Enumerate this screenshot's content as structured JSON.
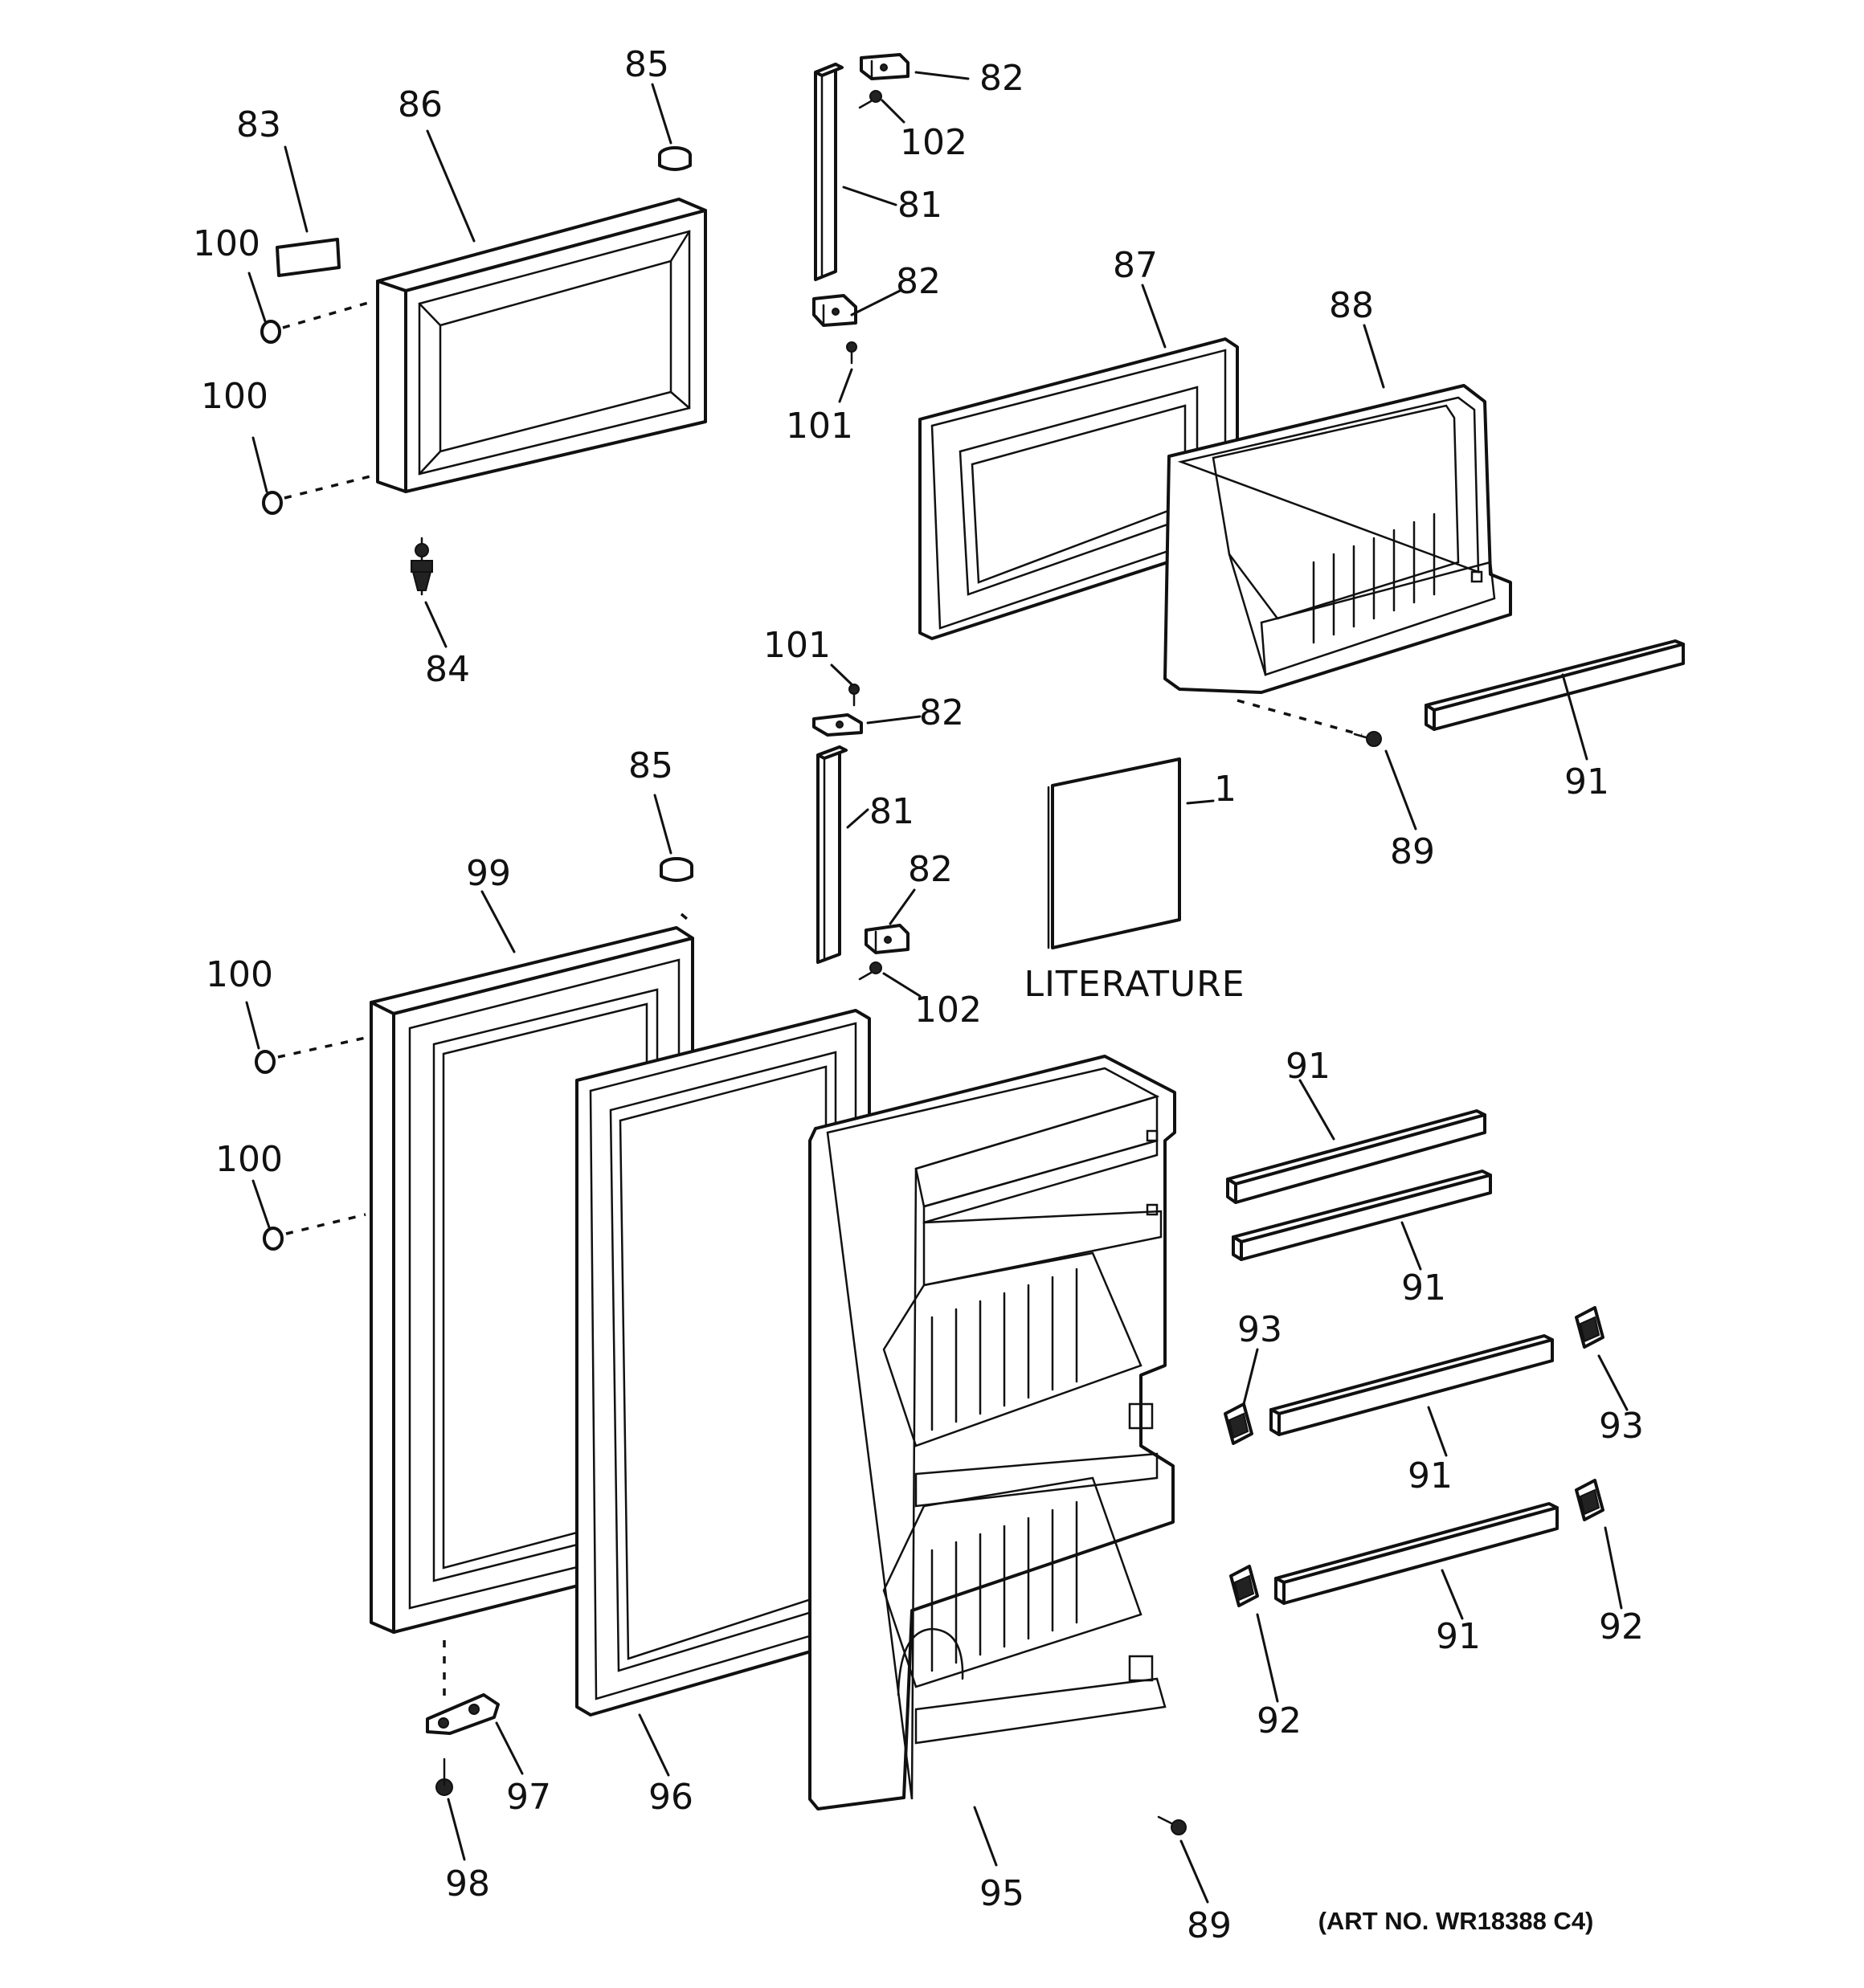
{
  "labels": {
    "c1": "1",
    "c81a": "81",
    "c81b": "81",
    "c82a": "82",
    "c82b": "82",
    "c82c": "82",
    "c82d": "82",
    "c83": "83",
    "c84": "84",
    "c85a": "85",
    "c85b": "85",
    "c86": "86",
    "c87": "87",
    "c88": "88",
    "c89a": "89",
    "c89b": "89",
    "c91a": "91",
    "c91b": "91",
    "c91c": "91",
    "c91d": "91",
    "c91e": "91",
    "c92a": "92",
    "c92b": "92",
    "c93a": "93",
    "c93b": "93",
    "c95": "95",
    "c96": "96",
    "c97": "97",
    "c98": "98",
    "c99": "99",
    "c100a": "100",
    "c100b": "100",
    "c100c": "100",
    "c100d": "100",
    "c101a": "101",
    "c101b": "101",
    "c102a": "102",
    "c102b": "102"
  },
  "literature_label": "LITERATURE",
  "art_number": "(ART NO. WR18388 C4)"
}
